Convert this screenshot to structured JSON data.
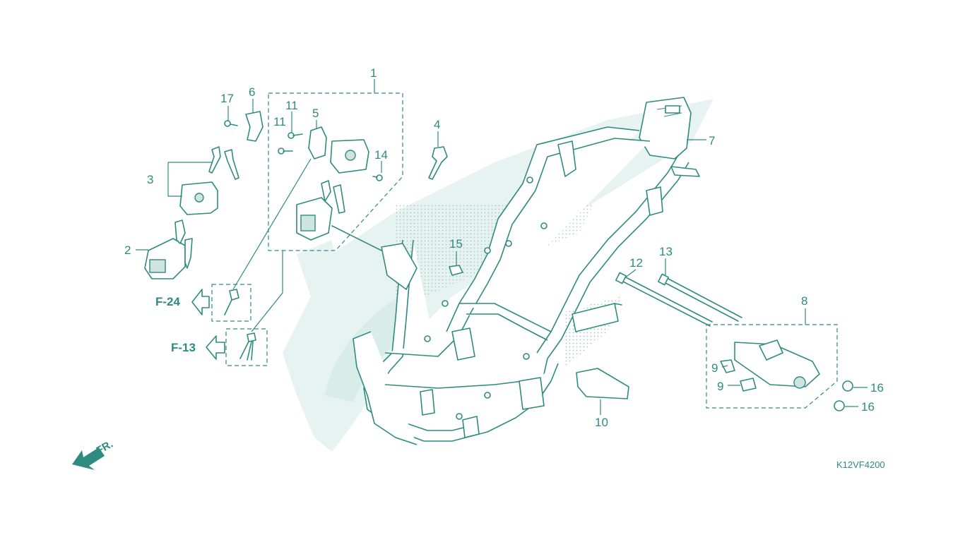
{
  "callouts": {
    "c1": "1",
    "c2": "2",
    "c3": "3",
    "c4": "4",
    "c5": "5",
    "c6": "6",
    "c7": "7",
    "c8": "8",
    "c9a": "9",
    "c9b": "9",
    "c10": "10",
    "c11a": "11",
    "c11b": "11",
    "c12": "12",
    "c13": "13",
    "c14": "14",
    "c15": "15",
    "c16a": "16",
    "c16b": "16",
    "c17": "17"
  },
  "references": {
    "f24": "F-24",
    "f13": "F-13"
  },
  "direction_label": "FR.",
  "diagram_code": "K12VF4200",
  "colors": {
    "ink": "#2e8b80",
    "watermark": "#dff0ec",
    "background": "#ffffff"
  },
  "icons": {
    "front_arrow": "arrow-down-left-icon",
    "reference_arrow": "arrow-left-outline-icon"
  }
}
